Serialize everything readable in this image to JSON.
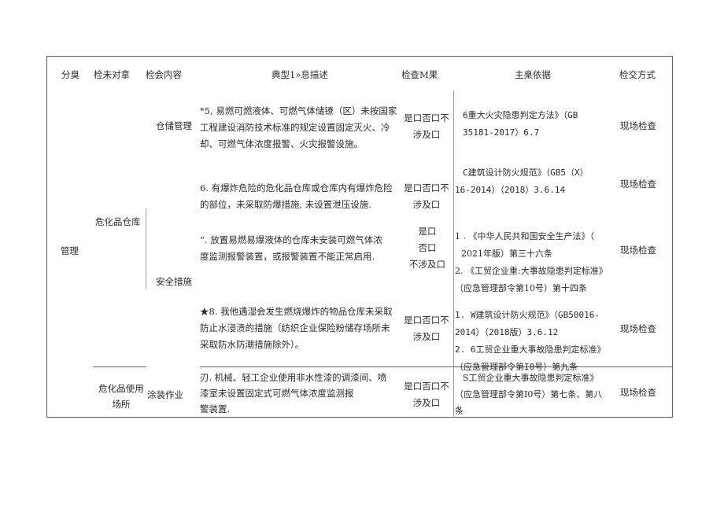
{
  "table": {
    "headers": {
      "category": "分臭",
      "object": "检未对拿",
      "content": "检会内容",
      "description": "典型1»息描述",
      "result": "检查M果",
      "basis": "主臬依据",
      "method": "检交方式"
    },
    "group": {
      "category": "管理",
      "objects": [
        "危化品仓库",
        "危化品使用场所"
      ],
      "object_2_lines": [
        "危化品使用",
        "场所"
      ],
      "contents": [
        "仓储管理",
        "安全措施",
        "涂装作业"
      ]
    },
    "rows": [
      {
        "content": "仓储管理",
        "description_lines": [
          "*5, 易燃可燃液体、可燃气体储镣（区）未按国家",
          "工程建设消防技术标准的规定设置固定灭火、冷",
          "却、可燃气体浓度报警、火灾报警设施。"
        ],
        "result_lines": [
          "是口否口不",
          "涉及口"
        ],
        "basis_lines": [
          "6重大火灾隐患判定方法》（GB",
          "35181-2017）6.7"
        ],
        "method": "现场检查"
      },
      {
        "content": "",
        "description_lines": [
          "6. 有爆炸危险的危化品仓库或仓库内有爆炸危险",
          "的部位，未采取防爆措施, 未设置泄压设施."
        ],
        "result_lines": [
          "是口否口不",
          "涉及口"
        ],
        "basis_lines": [
          "C建筑设计防火规范》（GB5（X）",
          "16-2014）（2018）3.6.14"
        ],
        "method": "现场检查"
      },
      {
        "content": "安全措施",
        "description_lines": [
          "”. 放置易燃易爆液体的仓库未安装可燃气体浓",
          "度监测报警装置，或报警装置不能正常启用."
        ],
        "result_lines": [
          "是口",
          "否口",
          "不涉及口"
        ],
        "basis_lines": [
          "1 . 《中华人民共和国安全生产法》（",
          "2021年版）第三十六条",
          "2. 《工贸企业重:大事故隐患判定标准》",
          "（应急管理部令第10号）第十四条"
        ],
        "method": "现场检查"
      },
      {
        "content": "",
        "description_lines": [
          "★8. 我他遇湿会发生燃烧爆炸的物品仓库未采取",
          "防止水浸渍的措施（纺织企业保险粉储存场所未",
          "采取防水防潮措施除外）。"
        ],
        "result_lines": [
          "是口否口不",
          "涉及口"
        ],
        "basis_lines": [
          "1. W建筑设计防火规范》（GB50016-",
          "2014）（2018版）3.6.12",
          "2. 6工贸企业重大事故隐患判定标准》",
          "（应急管理部令第I0号）第九条"
        ],
        "method": "现场检查"
      },
      {
        "content": "涂装作业",
        "description_lines": [
          "刃. 机械、轻工企业使用非水性漆的调漆间、喷",
          "漆室未设置固定式可燃气体浓度监测报",
          "警装置."
        ],
        "result_lines": [
          "是口否口不",
          "涉及口"
        ],
        "basis_lines": [
          "S工贸企业重大事故隐患判定标准》",
          "（应急管理部令第I0号）第七条、第八",
          "条"
        ],
        "method": "现场检查"
      }
    ]
  }
}
